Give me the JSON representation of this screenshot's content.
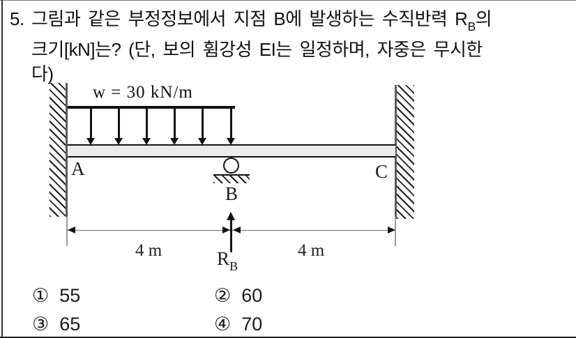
{
  "question": {
    "number": "5.",
    "line1_pre": "그림과 같은 부정정보에서 지점 B에 발생하는 수직반력 R",
    "line1_sub": "B",
    "line1_post": "의",
    "line2": "크기[kN]는? (단, 보의 휨강성 EI는 일정하며, 자중은 무시한",
    "line3": "다)"
  },
  "diagram": {
    "load_label": "w = 30 kN/m",
    "support_a_label": "A",
    "support_b_label": "B",
    "support_c_label": "C",
    "dim_left_label": "4 m",
    "dim_right_label": "4 m",
    "reaction_pre": "R",
    "reaction_sub": "B",
    "colors": {
      "beam_fill": "#ececec",
      "line": "#111111",
      "dim_line": "#6e6e6e",
      "wall_line": "#5a5a5a"
    }
  },
  "choices": [
    {
      "marker": "①",
      "label": "55"
    },
    {
      "marker": "②",
      "label": "60"
    },
    {
      "marker": "③",
      "label": "65"
    },
    {
      "marker": "④",
      "label": "70"
    }
  ]
}
